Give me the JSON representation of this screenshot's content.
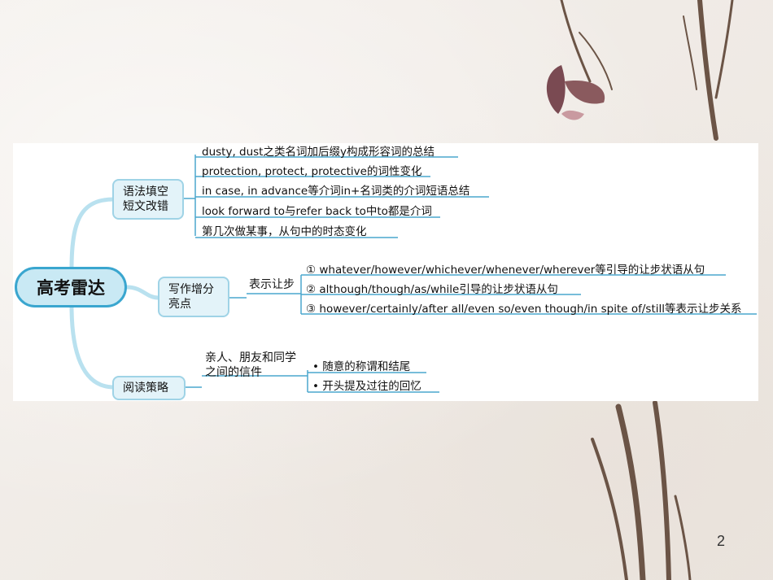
{
  "root": "高考雷达",
  "branches": [
    {
      "title_lines": [
        "语法填空",
        "短文改错"
      ],
      "items": [
        "dusty, dust之类名词加后缀y构成形容词的总结",
        "protection, protect, protective的词性变化",
        "in case, in advance等介词in+名词类的介词短语总结",
        "look forward to与refer back to中to都是介词",
        "第几次做某事，从句中的时态变化"
      ]
    },
    {
      "title_lines": [
        "写作增分",
        "亮点"
      ],
      "sub_label": "表示让步",
      "items": [
        "① whatever/however/whichever/whenever/wherever等引导的让步状语从句",
        "② although/though/as/while引导的让步状语从句",
        "③ however/certainly/after all/even so/even though/in spite of/still等表示让步关系"
      ]
    },
    {
      "title_lines": [
        "阅读策略"
      ],
      "sub_label_lines": [
        "亲人、朋友和同学",
        "之间的信件"
      ],
      "items": [
        "• 随意的称谓和结尾",
        "• 开头提及过往的回忆"
      ]
    }
  ],
  "page_number": "2",
  "colors": {
    "connector": "#b9e1ef",
    "accent": "#3aa6cf",
    "underline": "#4aa7cd"
  }
}
